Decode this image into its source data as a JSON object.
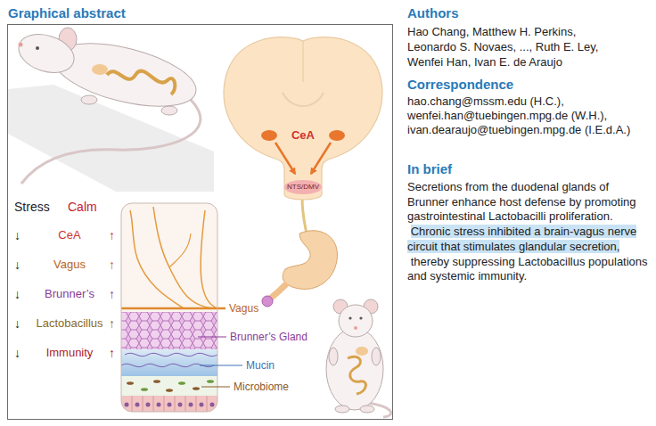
{
  "diagram": {
    "nodes": [
      {
        "text": [
          "Graphical abstract"
        ]
      },
      {
        "text": [
          "CeA",
          "NTS/DMV"
        ],
        "in": 0
      }
    ],
    "labels": [
      "Stress",
      "Calm",
      "↓",
      "CeA",
      "↑",
      "↓",
      "Vagus",
      "↑",
      "↓",
      "Brunner’s",
      "↑",
      "↓",
      "Lactobacillus",
      "↑",
      "↓",
      "Immunity",
      "↑",
      "Vagus",
      "Brunner’s Gland",
      "Mucin",
      "Microbiome",
      "Authors",
      "Hao Chang, Matthew H. Perkins, Leonardo S. Novaes, ..., Ruth E. Ley, Wenfei Han, Ivan E. de Araujo",
      "Correspondence",
      "hao.chang@mssm.edu (H.C.), wenfei.han@tuebingen.mpg.de (W.H.), ivan.dearaujo@tuebingen.mpg.de (I.E.d.A.)",
      "In brief",
      "Secretions from the duodenal glands of Brunner enhance host defense by promoting gastrointestinal Lactobacilli proliferation.",
      "Chronic stress inhibited a brain-vagus nerve circuit that stimulates glandular secretion,",
      "thereby suppressing Lactobacillus populations and systemic immunity."
    ]
  }
}
